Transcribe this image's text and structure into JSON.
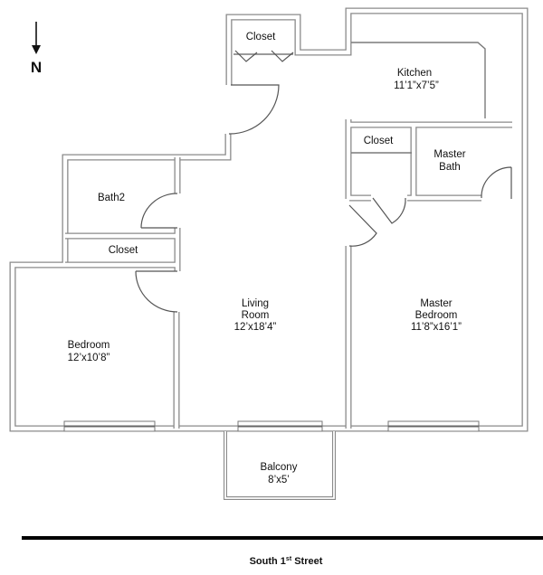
{
  "compass": {
    "label": "N"
  },
  "rooms": {
    "closet_entry": {
      "name": "Closet"
    },
    "kitchen": {
      "name": "Kitchen",
      "size": "11’1”x7’5”"
    },
    "closet_master": {
      "name": "Closet"
    },
    "master_bath": {
      "name_1": "Master",
      "name_2": "Bath"
    },
    "bath2": {
      "name": "Bath2"
    },
    "closet_hall": {
      "name": "Closet"
    },
    "living_room": {
      "name_1": "Living",
      "name_2": "Room",
      "size": "12’x18’4”"
    },
    "master_bedroom": {
      "name_1": "Master",
      "name_2": "Bedroom",
      "size": "11’8”x16’1”"
    },
    "bedroom": {
      "name": "Bedroom",
      "size": "12’x10’8”"
    },
    "balcony": {
      "name": "Balcony",
      "size": "8’x5’"
    }
  },
  "street": {
    "name": "South 1",
    "sup": "st",
    "suffix": " Street"
  }
}
